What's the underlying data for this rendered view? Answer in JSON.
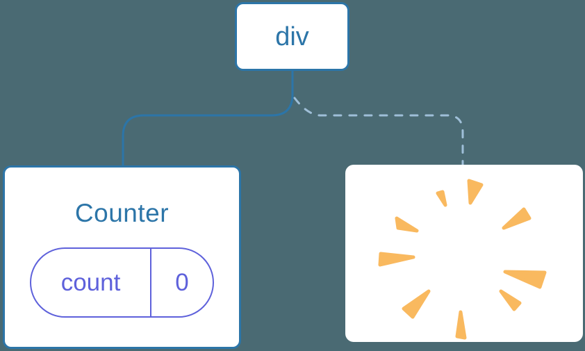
{
  "diagram": {
    "description": "React component tree: div root keeps Counter child with state, second child subtree removed (poof)",
    "root": {
      "label": "div"
    },
    "children": [
      {
        "id": "counter",
        "label": "Counter",
        "edge_style": "solid",
        "state": {
          "key": "count",
          "value": "0"
        }
      },
      {
        "id": "removed-subtree",
        "icon": "poof-explosion-icon",
        "edge_style": "dashed"
      }
    ]
  },
  "colors": {
    "background": "#4A6A73",
    "node_fill": "#FFFFFF",
    "node_border_blue": "#2C75A8",
    "edge_solid": "#2C75A8",
    "edge_dashed": "#9FBFD8",
    "state_accent": "#5E61DB",
    "poof_orange": "#F9B95F"
  }
}
